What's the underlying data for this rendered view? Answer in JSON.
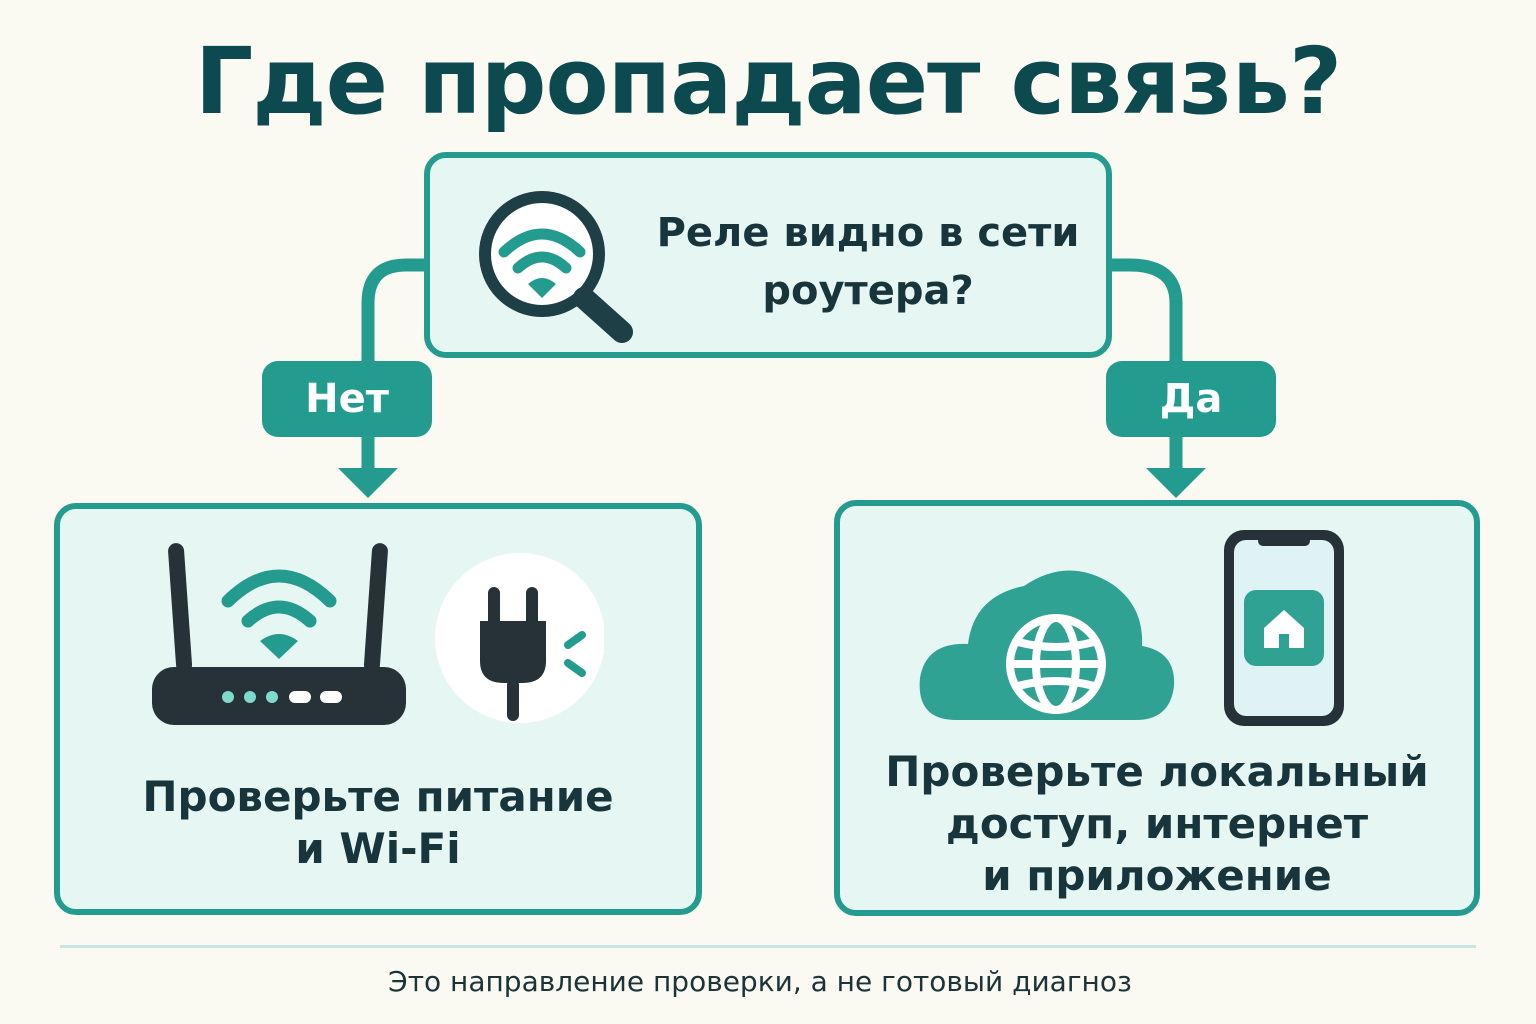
{
  "title": "Где пропадает связь?",
  "question": {
    "text": "Реле видно в сети роутера?",
    "line1": "Реле видно в сети",
    "line2": "роутера?",
    "icon": "wifi-magnifier-icon"
  },
  "branches": {
    "no": {
      "label": "Нет",
      "text": "Проверьте питание и Wi-Fi",
      "line1": "Проверьте питание",
      "line2": "и Wi-Fi",
      "icons": [
        "router-icon",
        "power-plug-icon"
      ]
    },
    "yes": {
      "label": "Да",
      "text": "Проверьте локальный доступ, интернет и приложение",
      "line1": "Проверьте локальный",
      "line2": "доступ, интернет",
      "line3": "и приложение",
      "icons": [
        "cloud-globe-icon",
        "smartphone-home-icon"
      ]
    }
  },
  "footnote": "Это направление проверки, а не готовый диагноз",
  "colors": {
    "accent": "#239c8f",
    "title": "#0d4a4f",
    "box_fill": "#e6f7f3",
    "dark": "#263238",
    "background": "#fbfaf2"
  }
}
